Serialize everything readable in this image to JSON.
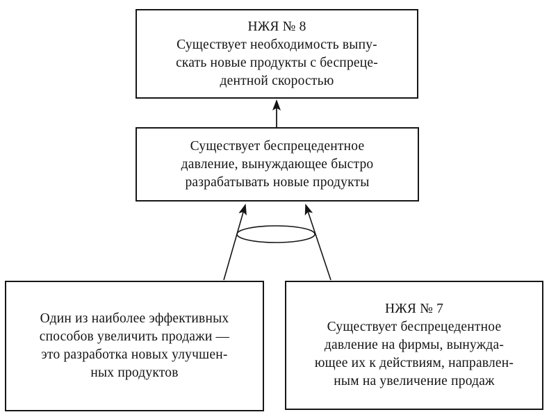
{
  "diagram": {
    "title": "Current reality tree fragment (Theory of Constraints)",
    "colors": {
      "ink": "#141414",
      "background": "#ffffff"
    },
    "nodes": {
      "top": {
        "id": "НЖЯ № 8",
        "lines": [
          "НЖЯ № 8",
          "Существует необходимость выпу-",
          "скать новые продукты с беспреце-",
          "дентной скоростью"
        ]
      },
      "middle": {
        "id": "",
        "lines": [
          "Существует беспрецедентное",
          "давление, вынуждающее быстро",
          "разрабатывать новые продукты"
        ]
      },
      "bottom_left": {
        "id": "",
        "lines": [
          "Один из наиболее эффективных",
          "способов увеличить продажи —",
          "это разработка новых улучшен-",
          "ных продуктов"
        ]
      },
      "bottom_right": {
        "id": "НЖЯ № 7",
        "lines": [
          "НЖЯ № 7",
          "Существует беспрецедентное",
          "давление на фирмы, вынужда-",
          "ющее их к действиям, направлен-",
          "ным на увеличение продаж"
        ]
      }
    },
    "connectors": {
      "middle_to_top": "arrow",
      "bottom_left_to_middle": "arrow",
      "bottom_right_to_middle": "arrow",
      "and_junction": "ellipse"
    }
  }
}
